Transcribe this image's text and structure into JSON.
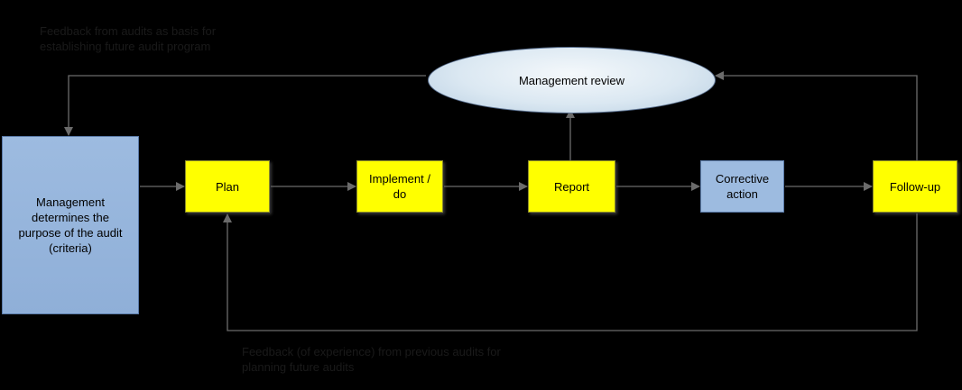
{
  "notes": {
    "top": [
      "Feedback from audits as basis for",
      "establishing future audit program"
    ],
    "bottom": [
      "Feedback (of experience) from previous audits for",
      "planning future audits"
    ]
  },
  "nodes": {
    "management": [
      "Management",
      "determines the",
      "purpose of the audit",
      "(criteria)"
    ],
    "plan": [
      "Plan"
    ],
    "implement": [
      "Implement /",
      "do"
    ],
    "report": [
      "Report"
    ],
    "corrective": [
      "Corrective",
      "action"
    ],
    "followup": [
      "Follow-up"
    ],
    "review": "Management review"
  },
  "colors": {
    "step_fill": "#ffff00",
    "blue_fill": "#9dbbe0",
    "connector": "#6b6b6b",
    "background": "#000000"
  }
}
